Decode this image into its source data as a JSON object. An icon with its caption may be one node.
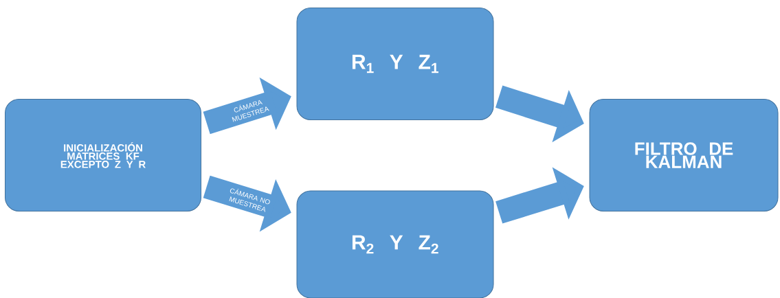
{
  "diagram": {
    "nodes": [
      {
        "text": [
          "INICIALIZACIÓN MATRICES KF EXCEPTO Z Y R"
        ]
      },
      {
        "text": [
          "R$_{1}$ Y Z$_{1}$"
        ]
      },
      {
        "text": [
          "R$_{2}$ Y Z$_{2}$"
        ]
      },
      {
        "text": [
          "FILTRO DE KALMAN"
        ]
      }
    ],
    "edges": [
      {
        "from": 0,
        "to": 1,
        "arrow": "to",
        "label": "CÁMARA MUESTREA"
      },
      {
        "from": 0,
        "to": 2,
        "arrow": "to",
        "label": "CÁMARA NO MUESTREA"
      },
      {
        "from": 1,
        "to": 3,
        "arrow": "to"
      },
      {
        "from": 2,
        "to": 3,
        "arrow": "to"
      }
    ]
  }
}
